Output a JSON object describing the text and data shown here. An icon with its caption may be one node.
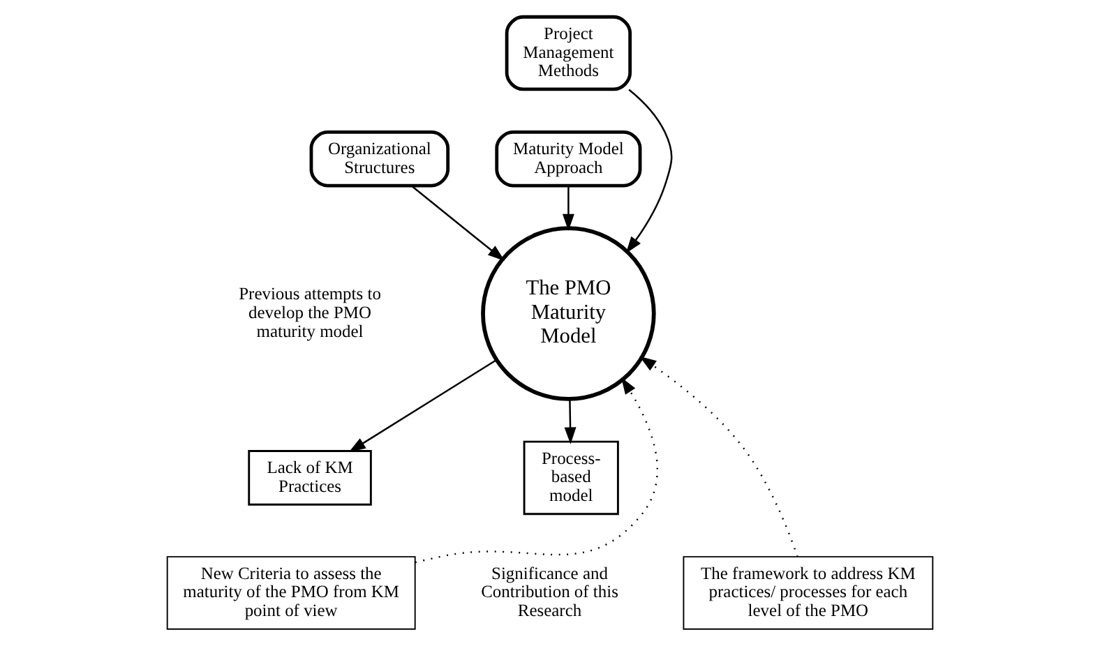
{
  "diagram": {
    "nodes": [
      {
        "text": [
          "Project Management Methods"
        ]
      },
      {
        "text": [
          "Organizational Structures"
        ]
      },
      {
        "text": [
          "Maturity Model Approach"
        ]
      },
      {
        "text": [
          "The PMO Maturity Model"
        ]
      },
      {
        "text": [
          "Lack of KM Practices"
        ]
      },
      {
        "text": [
          "Process-based model"
        ]
      },
      {
        "text": [
          "New Criteria to assess the maturity of the PMO from KM point of view"
        ]
      },
      {
        "text": [
          "The framework to address KM practices/ processes for each level of the PMO"
        ]
      }
    ],
    "edges": [
      {
        "from": 0,
        "to": 3,
        "arrow": "to"
      },
      {
        "from": 1,
        "to": 3,
        "arrow": "to"
      },
      {
        "from": 2,
        "to": 3,
        "arrow": "to"
      },
      {
        "from": 3,
        "to": 4,
        "arrow": "to"
      },
      {
        "from": 3,
        "to": 5,
        "arrow": "to"
      },
      {
        "from": 6,
        "to": 3,
        "arrow": "to",
        "style": "dashed"
      },
      {
        "from": 7,
        "to": 3,
        "arrow": "to",
        "style": "dashed"
      }
    ],
    "labels": [
      "Previous attempts to develop the PMO maturity model",
      "Significance and Contribution of this Research"
    ]
  }
}
